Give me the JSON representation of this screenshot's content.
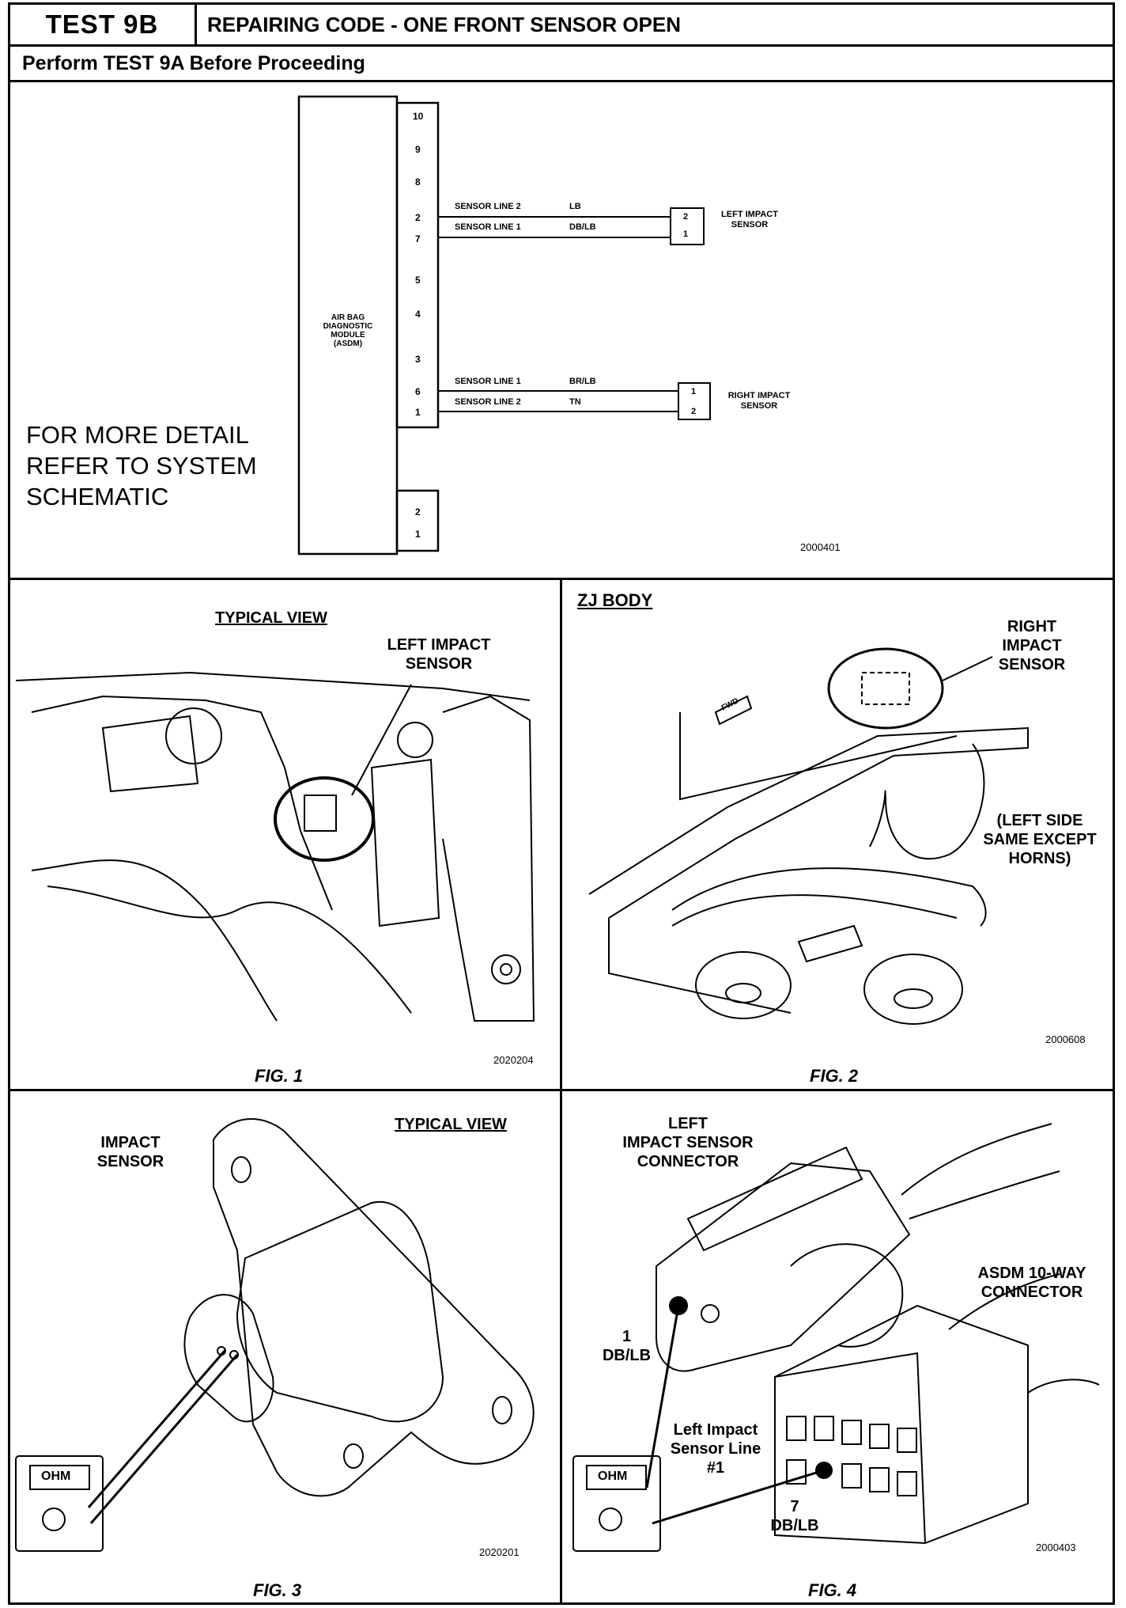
{
  "header": {
    "test_id": "TEST 9B",
    "title": "REPAIRING CODE - ONE FRONT SENSOR OPEN",
    "subtitle": "Perform TEST 9A Before Proceeding"
  },
  "schematic": {
    "module_label": [
      "AIR BAG",
      "DIAGNOSTIC",
      "MODULE",
      "(ASDM)"
    ],
    "pins": [
      "10",
      "9",
      "8",
      "2",
      "7",
      "5",
      "4",
      "3",
      "6",
      "1"
    ],
    "aux_pins": [
      "2",
      "1"
    ],
    "left_lines": [
      {
        "name": "SENSOR LINE 2",
        "color": "LB",
        "pin": "2"
      },
      {
        "name": "SENSOR LINE 1",
        "color": "DB/LB",
        "pin": "1"
      }
    ],
    "right_lines": [
      {
        "name": "SENSOR LINE 1",
        "color": "BR/LB",
        "pin": "1"
      },
      {
        "name": "SENSOR LINE 2",
        "color": "TN",
        "pin": "2"
      }
    ],
    "left_sensor_label": [
      "LEFT IMPACT",
      "SENSOR"
    ],
    "right_sensor_label": [
      "RIGHT IMPACT",
      "SENSOR"
    ],
    "note": [
      "FOR MORE DETAIL",
      "REFER TO SYSTEM",
      "SCHEMATIC"
    ],
    "code": "2000401"
  },
  "fig1": {
    "heading": "TYPICAL VIEW",
    "callout": [
      "LEFT IMPACT",
      "SENSOR"
    ],
    "code": "2020204",
    "caption": "FIG. 1"
  },
  "fig2": {
    "heading": "ZJ BODY",
    "callout": [
      "RIGHT",
      "IMPACT",
      "SENSOR"
    ],
    "note": [
      "(LEFT SIDE",
      "SAME EXCEPT",
      "HORNS)"
    ],
    "fwd": "FWD",
    "code": "2000608",
    "caption": "FIG. 2"
  },
  "fig3": {
    "heading": "TYPICAL VIEW",
    "callout": [
      "IMPACT",
      "SENSOR"
    ],
    "meter": "OHM",
    "code": "2020201",
    "caption": "FIG. 3"
  },
  "fig4": {
    "callout_connector": [
      "LEFT",
      "IMPACT SENSOR",
      "CONNECTOR"
    ],
    "callout_asdm": [
      "ASDM 10-WAY",
      "CONNECTOR"
    ],
    "pin1": [
      "1",
      "DB/LB"
    ],
    "line_label": [
      "Left Impact",
      "Sensor Line",
      "#1"
    ],
    "pin7": [
      "7",
      "DB/LB"
    ],
    "meter": "OHM",
    "code": "2000403",
    "caption": "FIG. 4"
  }
}
